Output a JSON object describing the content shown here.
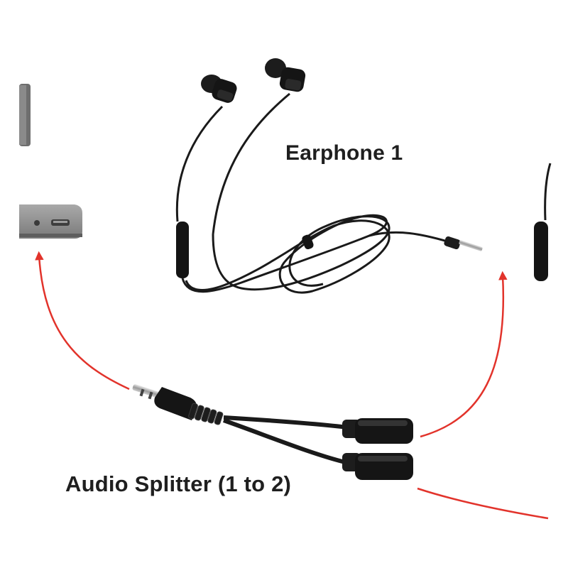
{
  "labels": {
    "earphone": "Earphone 1",
    "splitter": "Audio Splitter (1 to 2)"
  },
  "colors": {
    "arrow": "#e2332b",
    "cable": "#1a1a1a",
    "device_body": "#8e8e8e",
    "device_dark": "#4a4a4a"
  },
  "icons": {
    "device": "laptop-side-jack",
    "earphone": "in-ear-earphones",
    "splitter": "y-splitter-cable"
  }
}
